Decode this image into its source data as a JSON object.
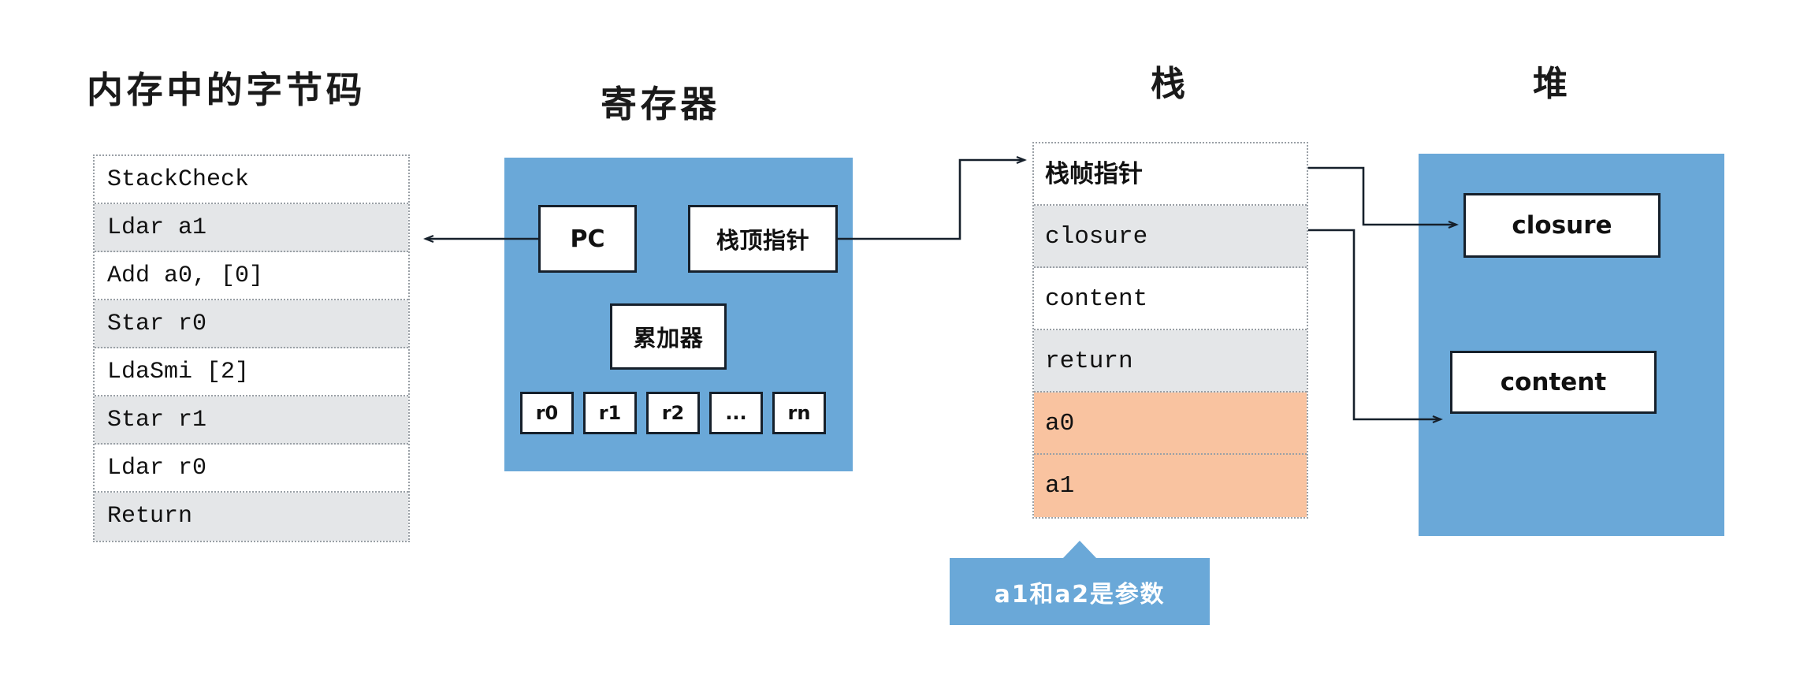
{
  "sections": {
    "bytecode_title": "内存中的字节码",
    "registers_title": "寄存器",
    "stack_title": "栈",
    "heap_title": "堆"
  },
  "bytecode": {
    "instructions": [
      "StackCheck",
      "Ldar a1",
      "Add a0, [0]",
      "Star r0",
      "LdaSmi [2]",
      "Star r1",
      "Ldar r0",
      "Return"
    ]
  },
  "registers": {
    "pc": "PC",
    "stack_pointer": "栈顶指针",
    "accumulator": "累加器",
    "register_file": [
      "r0",
      "r1",
      "r2",
      "...",
      "rn"
    ]
  },
  "stack": {
    "slots": [
      {
        "label": "栈帧指针",
        "style": "cjk",
        "fill": "white"
      },
      {
        "label": "closure",
        "style": "mono",
        "fill": "gray"
      },
      {
        "label": "content",
        "style": "mono",
        "fill": "white"
      },
      {
        "label": "return",
        "style": "mono",
        "fill": "gray"
      },
      {
        "label": "a0",
        "style": "mono",
        "fill": "orange"
      },
      {
        "label": "a1",
        "style": "mono",
        "fill": "orange"
      }
    ]
  },
  "heap": {
    "objects": [
      "closure",
      "content"
    ]
  },
  "callout": {
    "text": "a1和a2是参数"
  },
  "colors": {
    "panel_blue": "#6aa8d8",
    "row_gray": "#e4e6e8",
    "arg_orange": "#f9c3a0",
    "border_dotted": "#9aa0a6",
    "box_stroke": "#16202b",
    "text": "#111111"
  }
}
